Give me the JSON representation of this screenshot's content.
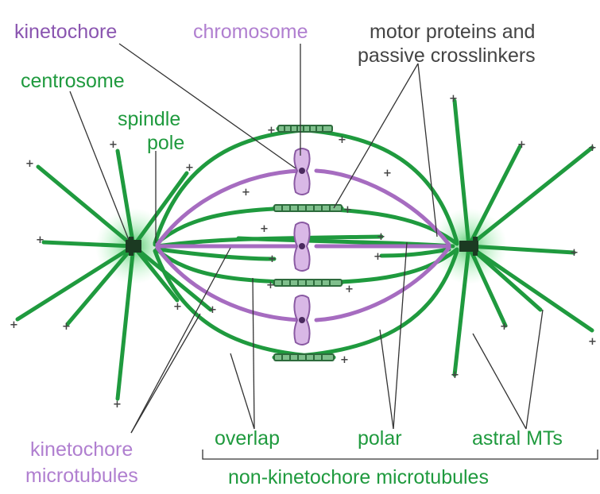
{
  "labels": {
    "kinetochore": "kinetochore",
    "chromosome": "chromosome",
    "motor_line1": "motor proteins and",
    "motor_line2": "passive crosslinkers",
    "centrosome": "centrosome",
    "spindle": "spindle",
    "pole": "pole",
    "kmt_line1": "kinetochore",
    "kmt_line2": "microtubules",
    "overlap": "overlap",
    "polar": "polar",
    "astral": "astral MTs",
    "non_kmt": "non-kinetochore microtubules"
  },
  "plus_sign": "+",
  "colors": {
    "green": "#1f9a3e",
    "purple": "#a66cc0",
    "leader": "#333333",
    "chromosome_fill": "#d9b8e6",
    "motor": "#2d6b3c"
  }
}
